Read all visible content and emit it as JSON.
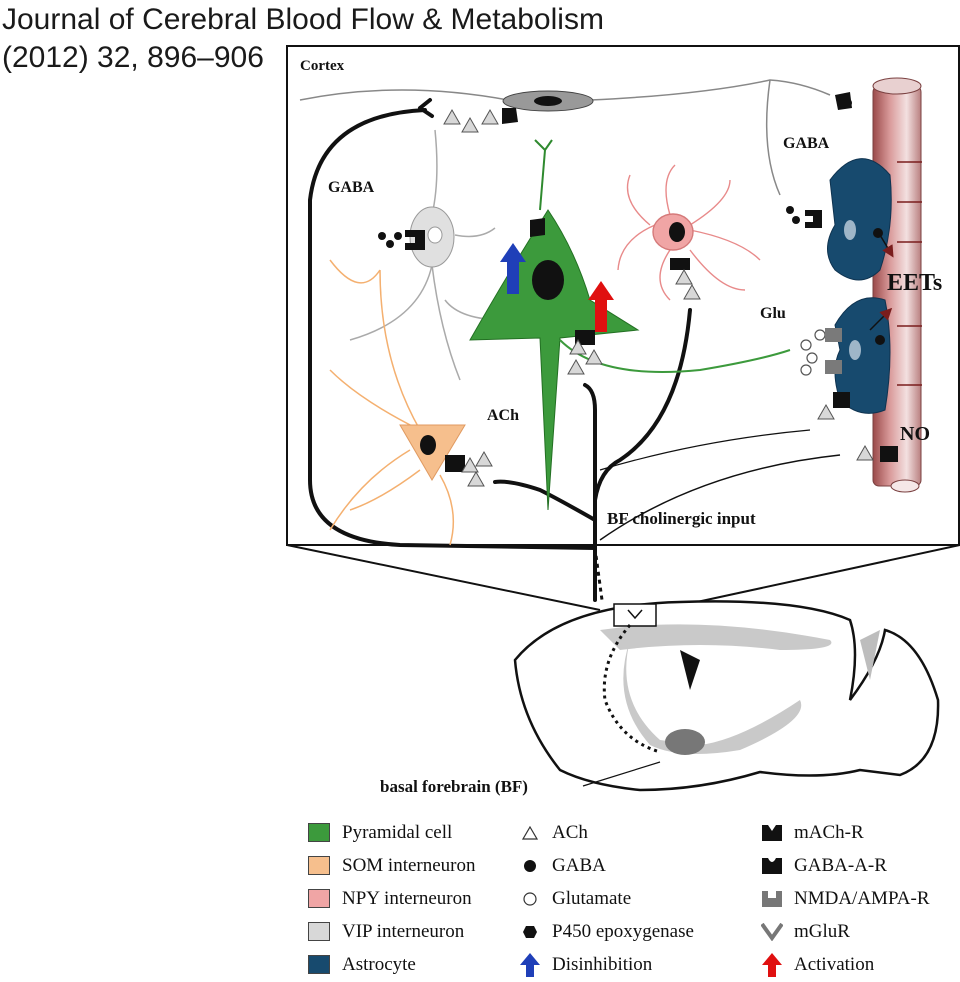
{
  "header": {
    "line1": "Journal of Cerebral Blood Flow & Metabolism",
    "line2": "(2012) 32, 896–906"
  },
  "diagram": {
    "panel_title": "Cortex",
    "labels": {
      "gaba_left": "GABA",
      "gaba_right": "GABA",
      "eets": "EETs",
      "glu": "Glu",
      "ach": "ACh",
      "no": "NO",
      "bf_input": "BF cholinergic input",
      "basal_forebrain": "basal forebrain (BF)"
    }
  },
  "legend": {
    "cells": [
      {
        "label": "Pyramidal cell",
        "color": "#3c9a3c"
      },
      {
        "label": "SOM interneuron",
        "color": "#f6bf8d"
      },
      {
        "label": "NPY interneuron",
        "color": "#f0a5a5"
      },
      {
        "label": "VIP interneuron",
        "color": "#d8d8d8"
      },
      {
        "label": "Astrocyte",
        "color": "#174a6e"
      }
    ],
    "molecules": [
      {
        "label": "ACh",
        "icon": "open-triangle-icon"
      },
      {
        "label": "GABA",
        "icon": "filled-circle-icon"
      },
      {
        "label": "Glutamate",
        "icon": "open-circle-icon"
      },
      {
        "label": "P450 epoxygenase",
        "icon": "hexagon-icon"
      },
      {
        "label": "Disinhibition",
        "icon": "blue-up-arrow-icon"
      }
    ],
    "receptors": [
      {
        "label": "mACh-R",
        "icon": "machr-icon"
      },
      {
        "label": "GABA-A-R",
        "icon": "gabaar-icon"
      },
      {
        "label": "NMDA/AMPA-R",
        "icon": "nmda-icon"
      },
      {
        "label": "mGluR",
        "icon": "mglur-icon"
      },
      {
        "label": "Activation",
        "icon": "red-up-arrow-icon"
      }
    ]
  },
  "colors": {
    "pyramidal": "#3c9a3c",
    "som": "#f6bf8d",
    "npy": "#f0a5a5",
    "vip": "#d8d8d8",
    "astrocyte": "#174a6e",
    "vessel": "#c98a8a",
    "disinhibition": "#1f3fb8",
    "activation": "#e01010"
  }
}
